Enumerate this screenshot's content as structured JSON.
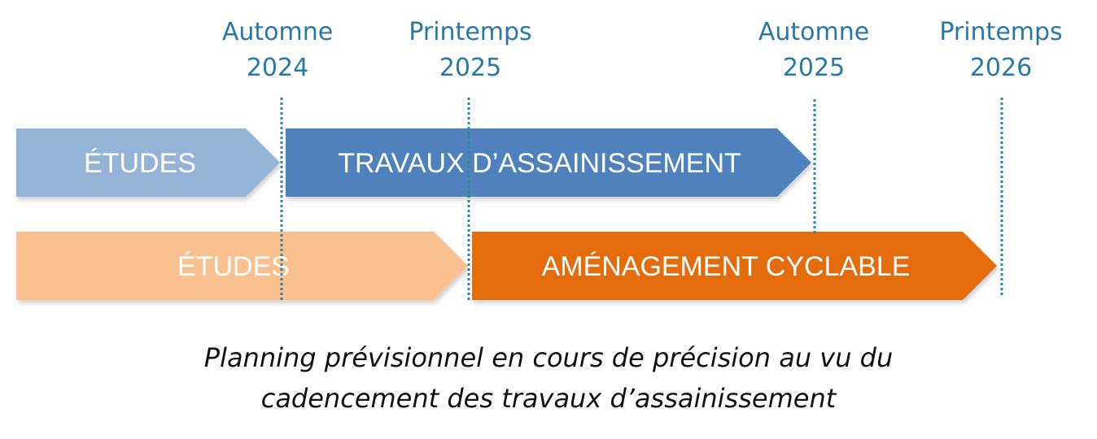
{
  "milestones": [
    {
      "season": "Automne",
      "year": "2024"
    },
    {
      "season": "Printemps",
      "year": "2025"
    },
    {
      "season": "Automne",
      "year": "2025"
    },
    {
      "season": "Printemps",
      "year": "2026"
    }
  ],
  "rows": [
    {
      "phases": [
        {
          "label": "ÉTUDES",
          "color": "#95b3d7"
        },
        {
          "label": "TRAVAUX D’ASSAINISSEMENT",
          "color": "#4f81bd"
        }
      ]
    },
    {
      "phases": [
        {
          "label": "ÉTUDES",
          "color": "#fac090"
        },
        {
          "label": "AMÉNAGEMENT CYCLABLE",
          "color": "#e46c0a"
        }
      ]
    }
  ],
  "milestone_line_color": "#31849b",
  "milestone_text_color": "#2878a6",
  "caption": {
    "line1": "Planning prévisionnel en cours de précision au vu du",
    "line2": "cadencement des travaux d’assainissement"
  }
}
